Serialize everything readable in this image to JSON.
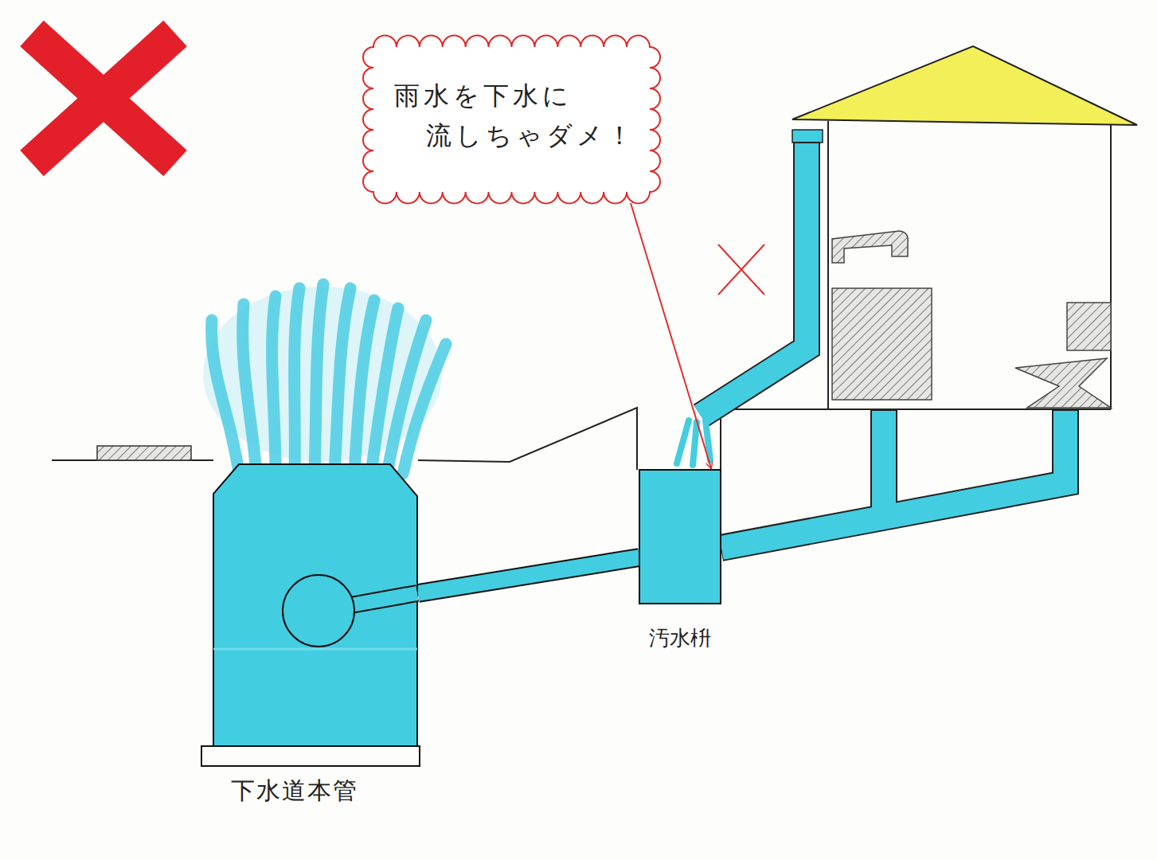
{
  "diagram": {
    "nodes": [
      {
        "text": [
          "雨水を下水に 流しちゃダメ！"
        ]
      },
      {
        "text": [
          "汚水枡"
        ]
      },
      {
        "text": [
          "下水道本管"
        ]
      }
    ],
    "edges": [
      {
        "from": 0,
        "to": 1,
        "arrow": "to"
      },
      {
        "from": 1,
        "to": 2,
        "arrow": "none"
      }
    ]
  }
}
